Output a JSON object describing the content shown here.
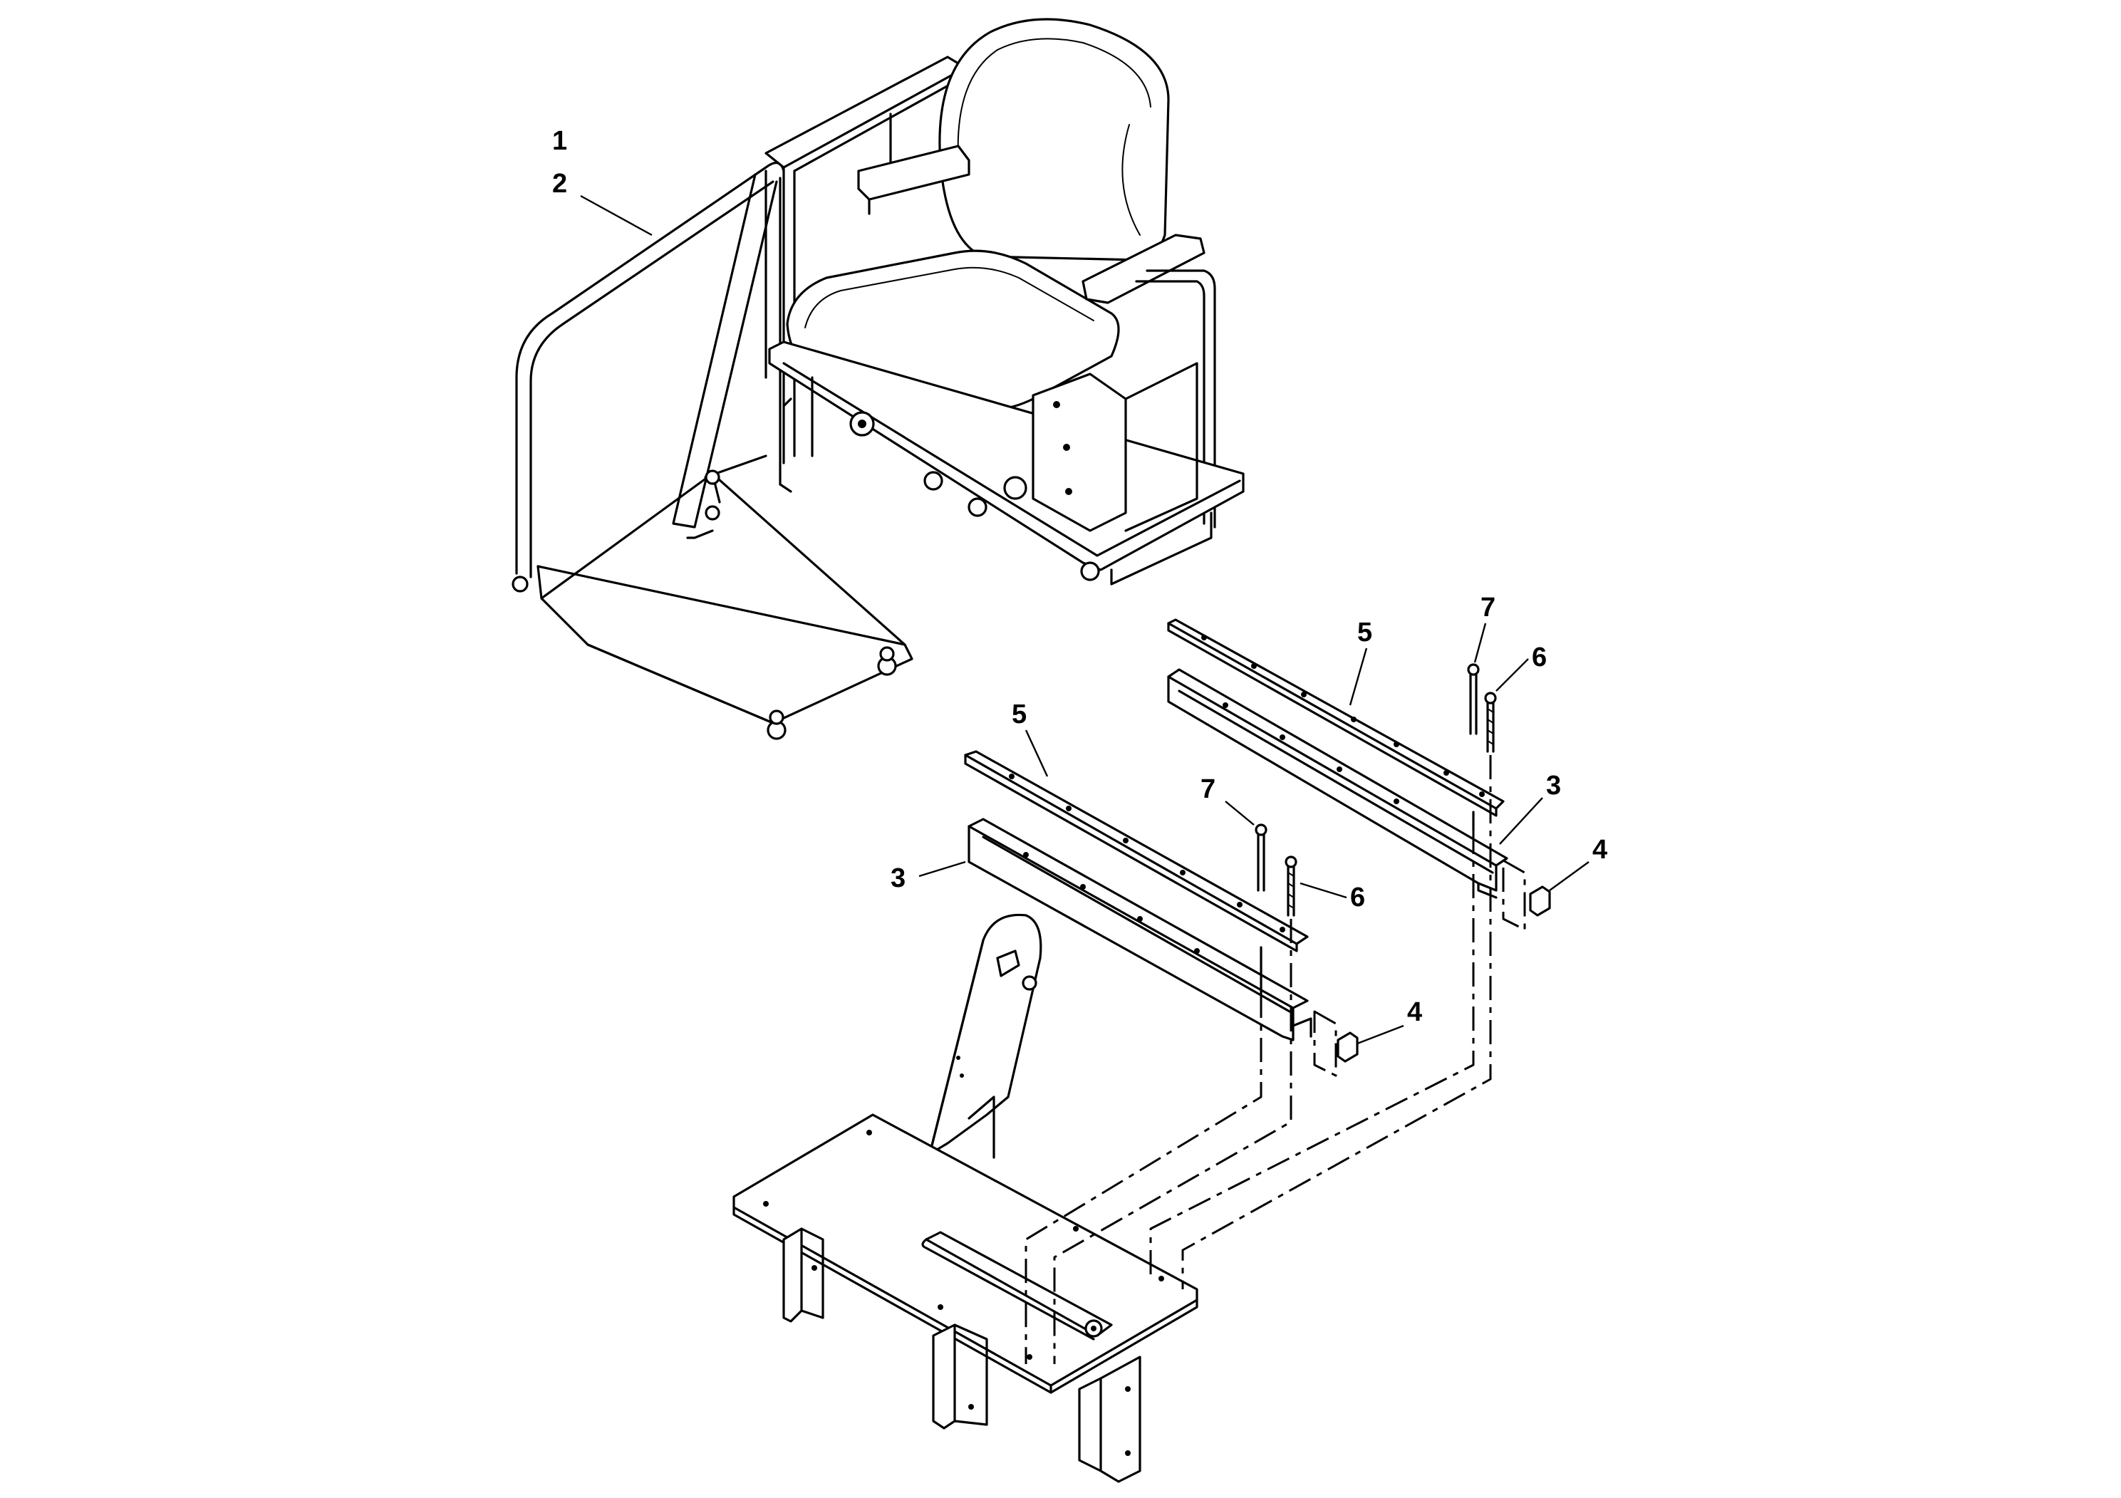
{
  "callouts": {
    "c1": "1",
    "c2": "2",
    "c3a": "3",
    "c3b": "3",
    "c4a": "4",
    "c4b": "4",
    "c5a": "5",
    "c5b": "5",
    "c6a": "6",
    "c6b": "6",
    "c7a": "7",
    "c7b": "7"
  }
}
